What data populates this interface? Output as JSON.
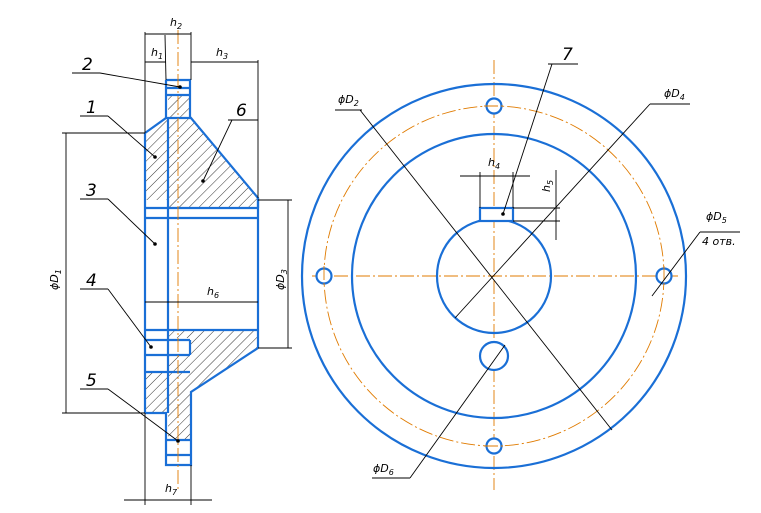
{
  "labels": {
    "h1": "h",
    "h1_sub": "1",
    "h2": "h",
    "h2_sub": "2",
    "h3": "h",
    "h3_sub": "3",
    "h4": "h",
    "h4_sub": "4",
    "h5": "h",
    "h5_sub": "5",
    "h6": "h",
    "h6_sub": "6",
    "h7": "h",
    "h7_sub": "7",
    "D1": "ϕD",
    "D1_sub": "1",
    "D2": "ϕD",
    "D2_sub": "2",
    "D3": "ϕD",
    "D3_sub": "3",
    "D4": "ϕD",
    "D4_sub": "4",
    "D5": "ϕD",
    "D5_sub": "5",
    "D5_note": "4 отв.",
    "D6": "ϕD",
    "D6_sub": "6"
  },
  "callouts": [
    "1",
    "2",
    "3",
    "4",
    "5",
    "6",
    "7"
  ],
  "colors": {
    "outline": "#1a6fd6",
    "centerline": "#e07b00",
    "dimension": "#000000"
  }
}
